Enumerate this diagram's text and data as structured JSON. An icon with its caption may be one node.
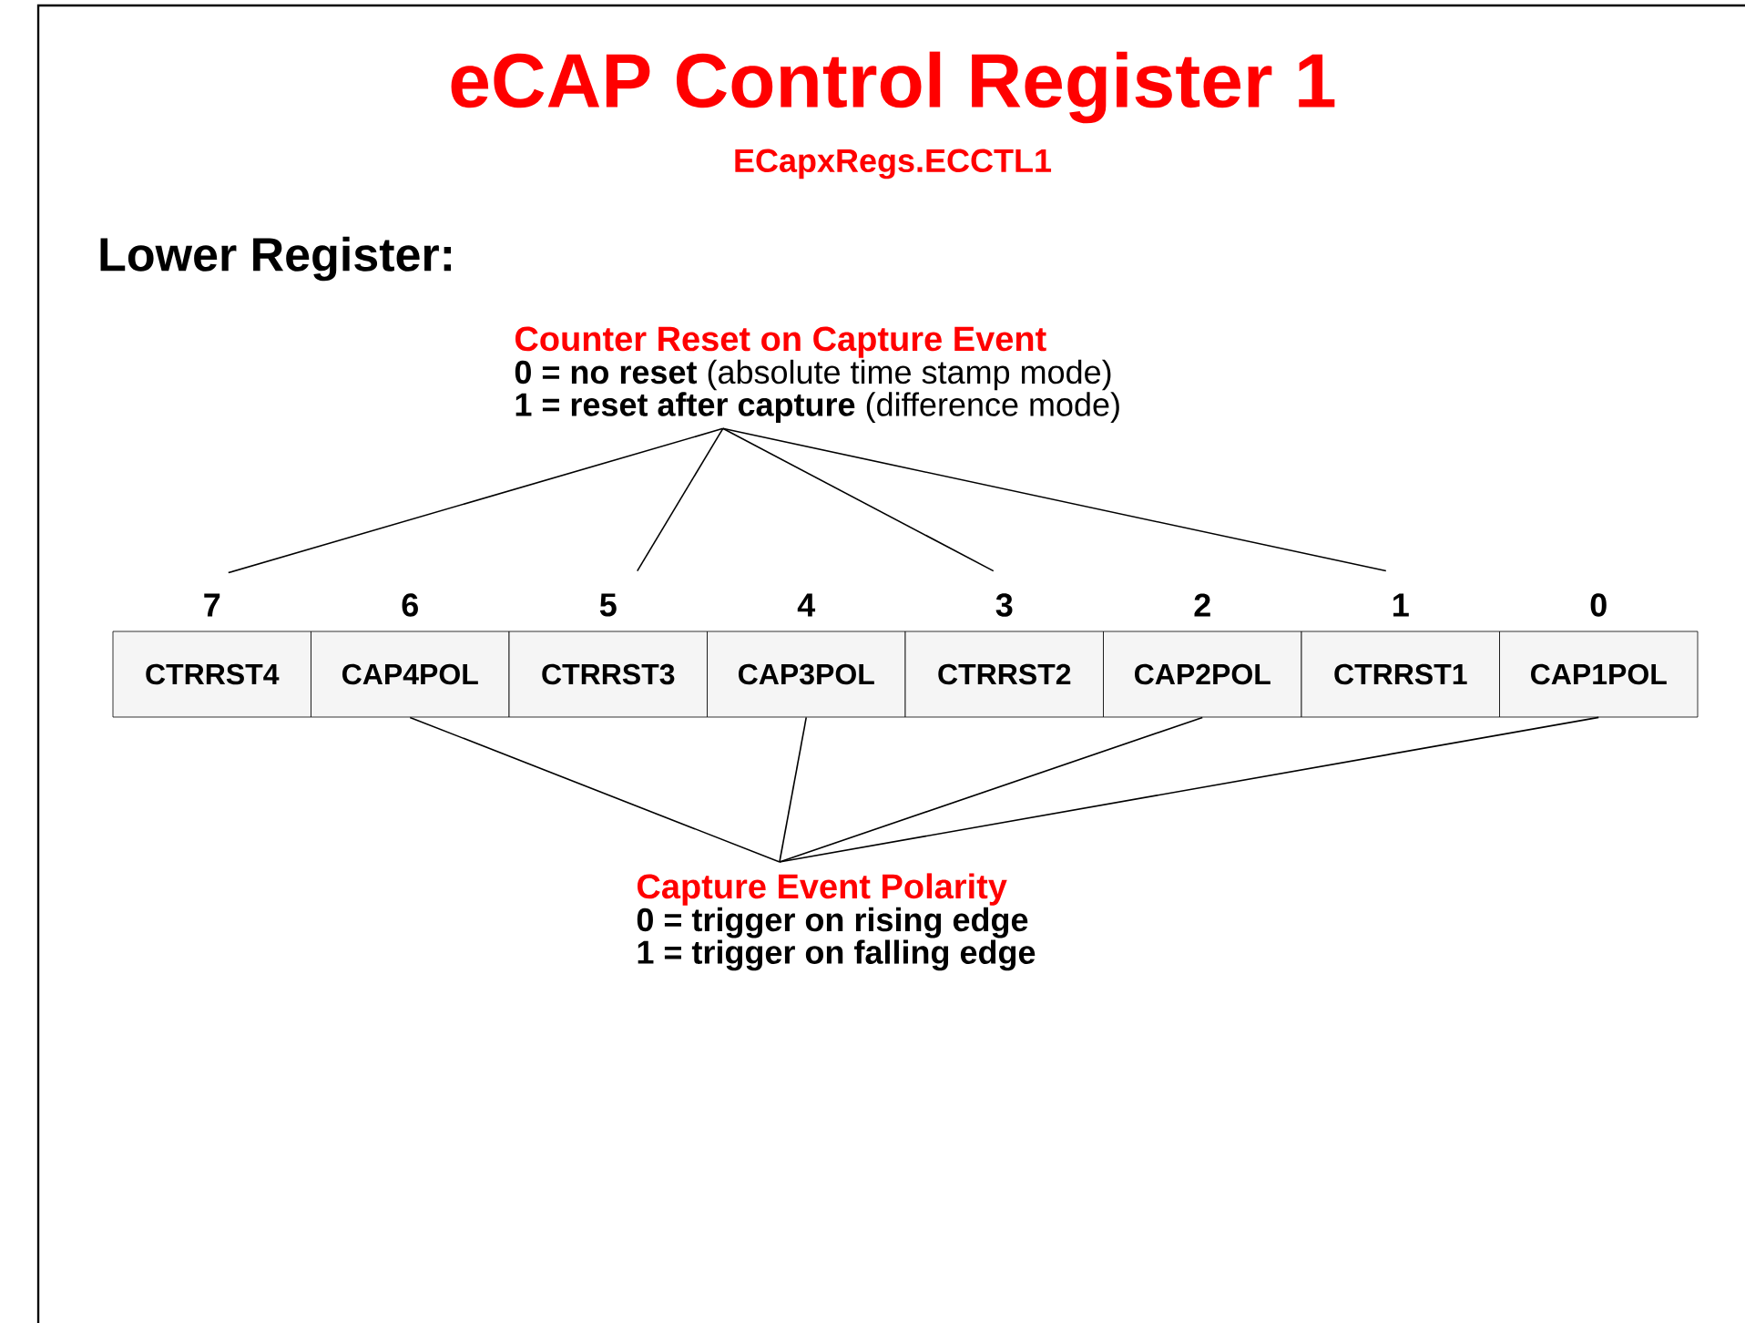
{
  "diagram": {
    "title": "eCAP Control Register 1",
    "nodes": [
      {
        "text": [
          "Counter Reset on Capture Event",
          "**0 = no reset** (absolute time stamp mode)",
          "**1 = reset after capture** (difference mode)"
        ]
      },
      {
        "text": [
          "CTRRST4"
        ],
        "beside": [
          "7"
        ]
      },
      {
        "text": [
          "CAP4POL"
        ],
        "beside": [
          "6"
        ]
      },
      {
        "text": [
          "CTRRST3"
        ],
        "beside": [
          "5"
        ]
      },
      {
        "text": [
          "CAP3POL"
        ],
        "beside": [
          "4"
        ]
      },
      {
        "text": [
          "CTRRST2"
        ],
        "beside": [
          "3"
        ]
      },
      {
        "text": [
          "CAP2POL"
        ],
        "beside": [
          "2"
        ]
      },
      {
        "text": [
          "CTRRST1"
        ],
        "beside": [
          "1"
        ]
      },
      {
        "text": [
          "CAP1POL"
        ],
        "beside": [
          "0"
        ]
      },
      {
        "text": [
          "Capture Event Polarity",
          "0 = trigger on rising edge",
          "1 = trigger on falling edge"
        ]
      }
    ],
    "edges": [
      {
        "from": 0,
        "to": 1,
        "arrow": "none"
      },
      {
        "from": 0,
        "to": 3,
        "arrow": "none"
      },
      {
        "from": 0,
        "to": 5,
        "arrow": "none"
      },
      {
        "from": 0,
        "to": 7,
        "arrow": "none"
      },
      {
        "from": 2,
        "to": 9,
        "arrow": "none"
      },
      {
        "from": 4,
        "to": 9,
        "arrow": "none"
      },
      {
        "from": 6,
        "to": 9,
        "arrow": "none"
      },
      {
        "from": 8,
        "to": 9,
        "arrow": "none"
      }
    ],
    "labels": [
      "ECapxRegs.ECCTL1",
      "Lower Register:"
    ]
  }
}
